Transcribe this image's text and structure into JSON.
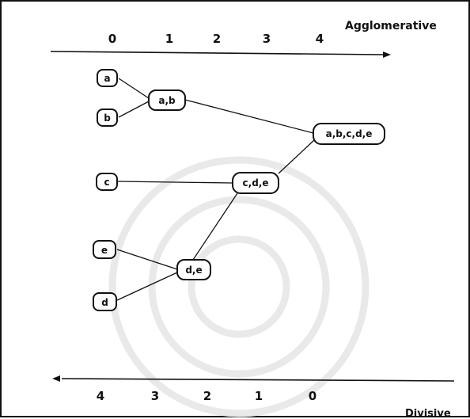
{
  "agglomerative_label": "Agglomerative",
  "divisive_label": "Divisive",
  "top_axis_ticks": [
    "0",
    "1",
    "2",
    "3",
    "4"
  ],
  "bottom_axis_ticks": [
    "4",
    "3",
    "2",
    "1",
    "0"
  ],
  "nodes": [
    {
      "id": "a",
      "label": "a"
    },
    {
      "id": "b",
      "label": "b"
    },
    {
      "id": "c",
      "label": "c"
    },
    {
      "id": "e",
      "label": "e"
    },
    {
      "id": "d",
      "label": "d"
    },
    {
      "id": "ab",
      "label": "a,b"
    },
    {
      "id": "de",
      "label": "d,e"
    },
    {
      "id": "cde",
      "label": "c,d,e"
    },
    {
      "id": "abcde",
      "label": "a,b,c,d,e"
    }
  ],
  "edges": [
    [
      "a",
      "ab"
    ],
    [
      "b",
      "ab"
    ],
    [
      "e",
      "de"
    ],
    [
      "d",
      "de"
    ],
    [
      "c",
      "cde"
    ],
    [
      "de",
      "cde"
    ],
    [
      "ab",
      "abcde"
    ],
    [
      "cde",
      "abcde"
    ]
  ]
}
